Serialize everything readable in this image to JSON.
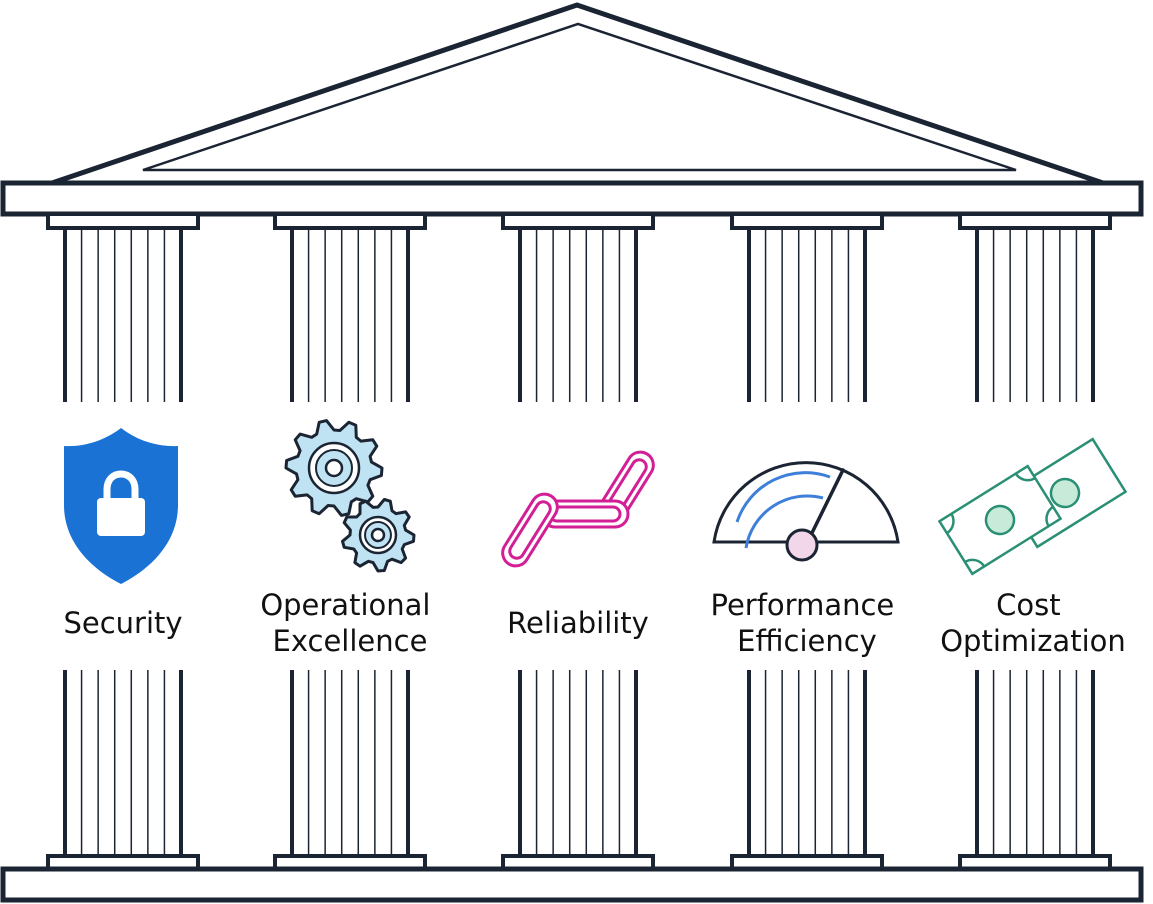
{
  "colors": {
    "outline": "#1b2433",
    "shield": "#1a73d4",
    "gear_fill": "#bfe3f2",
    "chain": "#d21f96",
    "gauge_arc": "#3d7fd9",
    "gauge_hub": "#f2d6ea",
    "money": "#2a8f74",
    "money_fill": "#c8ebd9"
  },
  "pillars": [
    {
      "id": "security",
      "icon": "shield-lock-icon",
      "label_lines": [
        "Security"
      ]
    },
    {
      "id": "operational-excellence",
      "icon": "gears-icon",
      "label_lines": [
        "Operational",
        "Excellence"
      ]
    },
    {
      "id": "reliability",
      "icon": "chain-links-icon",
      "label_lines": [
        "Reliability"
      ]
    },
    {
      "id": "performance-efficiency",
      "icon": "speedometer-icon",
      "label_lines": [
        "Performance",
        "Efficiency"
      ]
    },
    {
      "id": "cost-optimization",
      "icon": "banknotes-icon",
      "label_lines": [
        "Cost",
        "Optimization"
      ]
    }
  ]
}
